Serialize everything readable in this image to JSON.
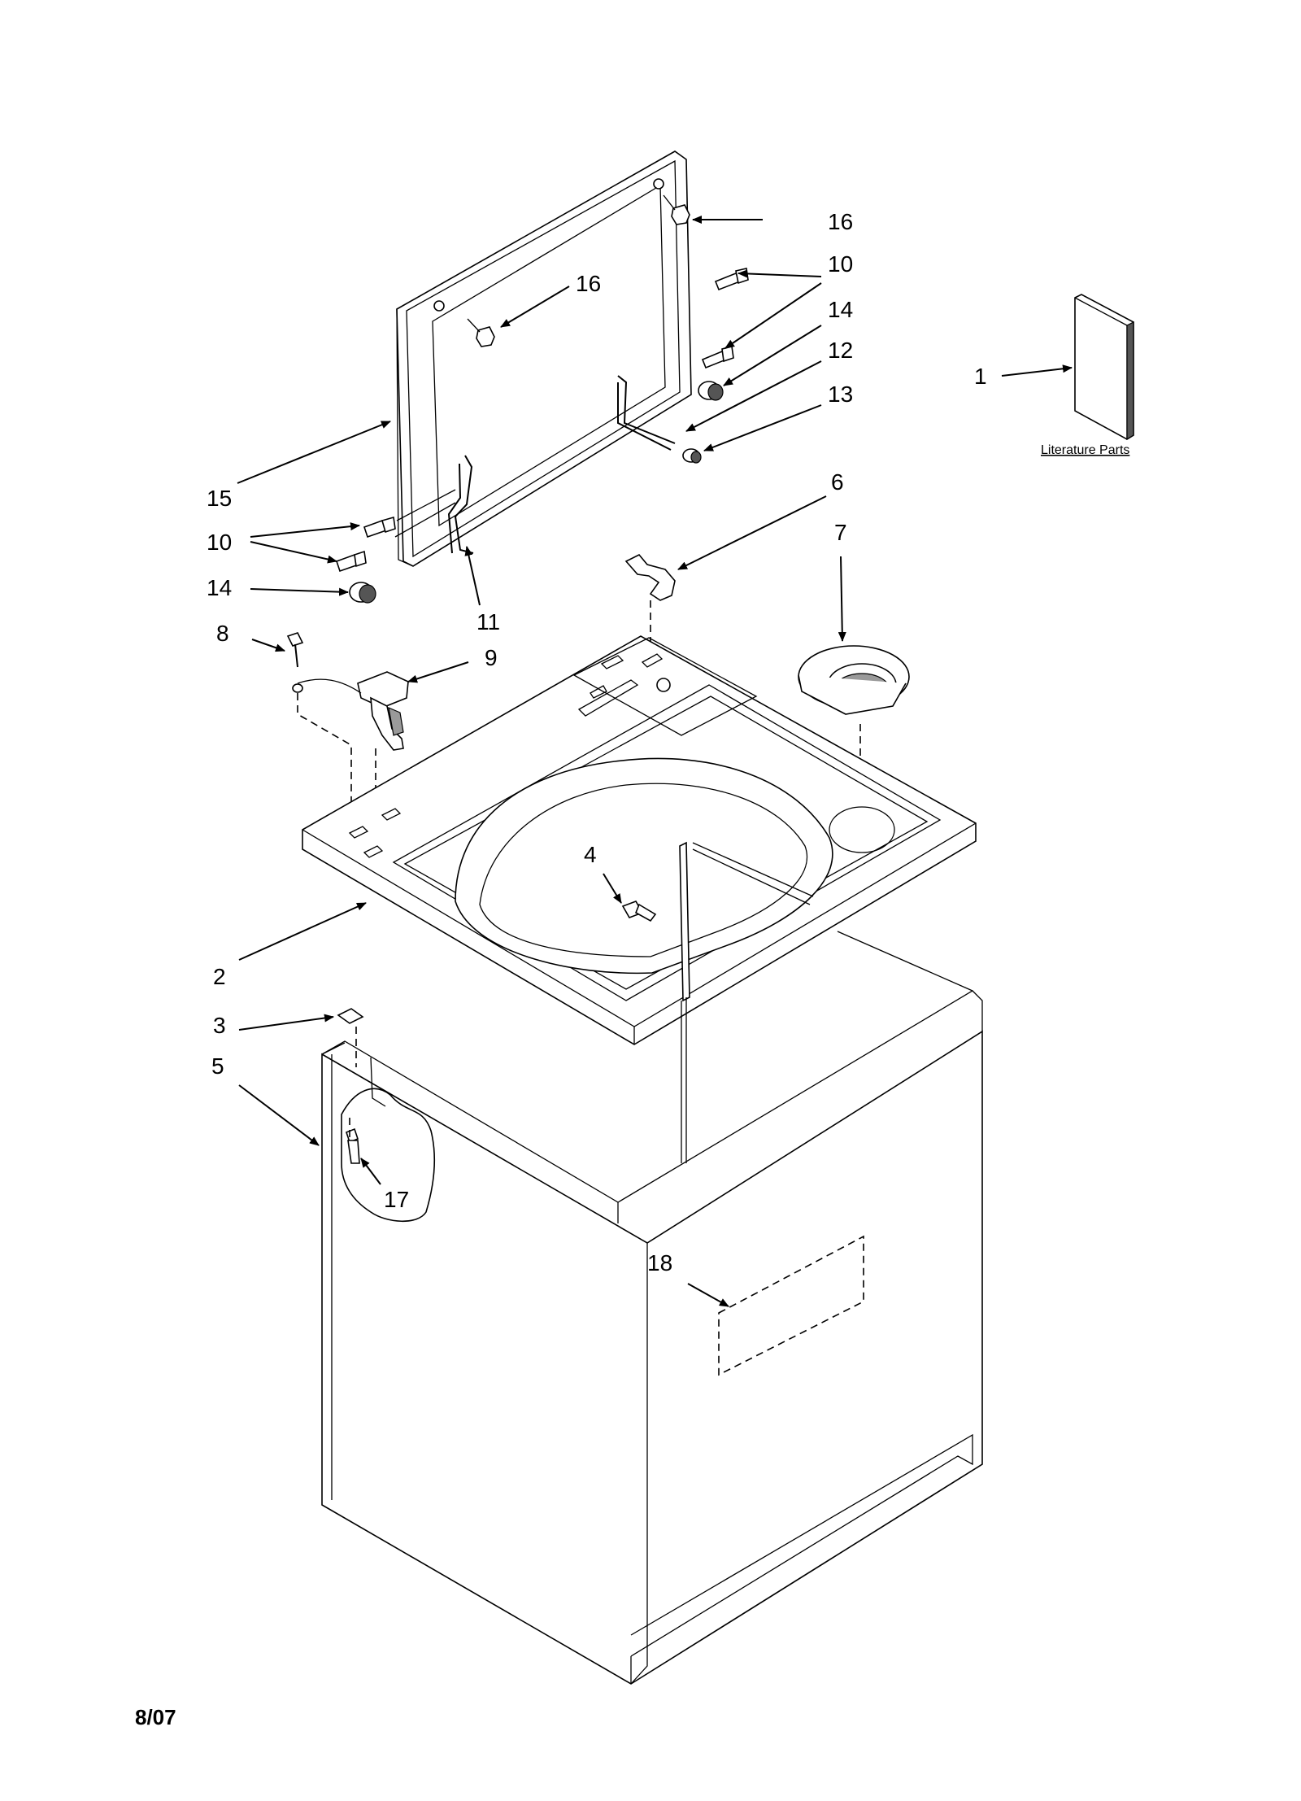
{
  "callouts": [
    {
      "id": "c16a",
      "label": "16"
    },
    {
      "id": "c16b",
      "label": "16"
    },
    {
      "id": "c10a",
      "label": "10"
    },
    {
      "id": "c14a",
      "label": "14"
    },
    {
      "id": "c12",
      "label": "12"
    },
    {
      "id": "c13",
      "label": "13"
    },
    {
      "id": "c1",
      "label": "1"
    },
    {
      "id": "c15",
      "label": "15"
    },
    {
      "id": "c10b",
      "label": "10"
    },
    {
      "id": "c14b",
      "label": "14"
    },
    {
      "id": "c11",
      "label": "11"
    },
    {
      "id": "c6",
      "label": "6"
    },
    {
      "id": "c7",
      "label": "7"
    },
    {
      "id": "c8",
      "label": "8"
    },
    {
      "id": "c9",
      "label": "9"
    },
    {
      "id": "c4",
      "label": "4"
    },
    {
      "id": "c2",
      "label": "2"
    },
    {
      "id": "c3",
      "label": "3"
    },
    {
      "id": "c5",
      "label": "5"
    },
    {
      "id": "c17",
      "label": "17"
    },
    {
      "id": "c18",
      "label": "18"
    }
  ],
  "literature_label": "Literature Parts",
  "date_code": "8/07",
  "colors": {
    "line": "#000000",
    "background": "#ffffff",
    "shade": "#9a9a9a"
  }
}
